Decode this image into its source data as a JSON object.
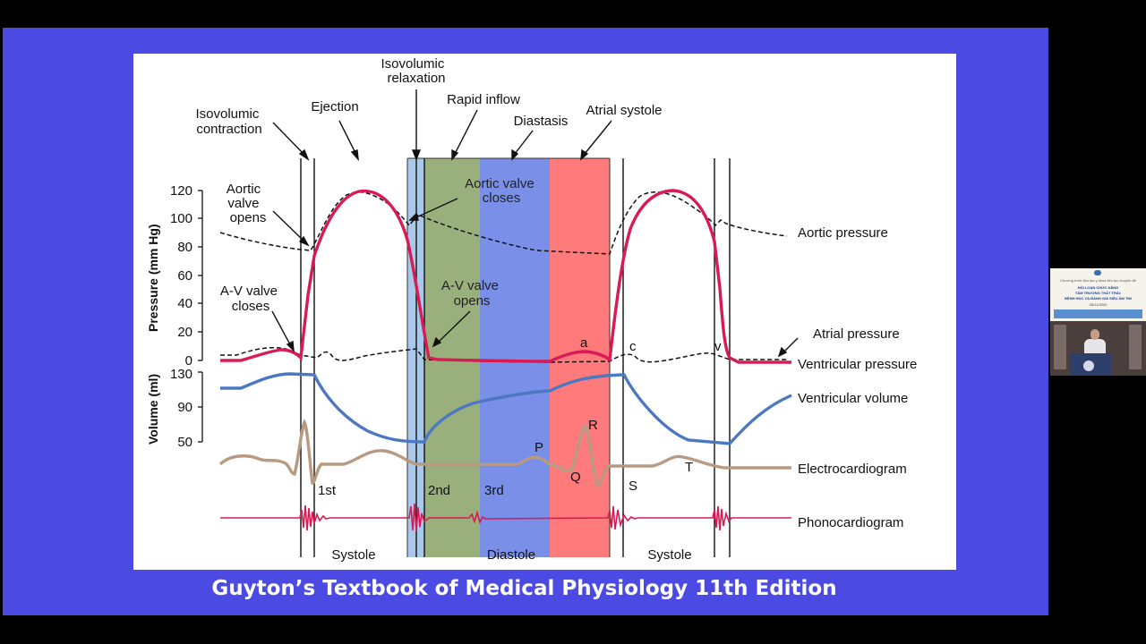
{
  "caption": "Guyton’s Textbook of Medical Physiology 11th Edition",
  "diagram": {
    "phases": {
      "isovolumic_contraction": [
        "Isovolumic",
        "contraction"
      ],
      "ejection": "Ejection",
      "isovolumic_relaxation": [
        "Isovolumic",
        "relaxation"
      ],
      "rapid_inflow": "Rapid inflow",
      "diastasis": "Diastasis",
      "atrial_systole": "Atrial systole"
    },
    "axes": {
      "pressure_label": "Pressure (mm Hg)",
      "pressure_ticks": [
        "120",
        "100",
        "80",
        "60",
        "40",
        "20",
        "0"
      ],
      "volume_label": "Volume (ml)",
      "volume_ticks": [
        "130",
        "90",
        "50"
      ]
    },
    "events": {
      "aortic_valve_opens": [
        "Aortic",
        "valve",
        "opens"
      ],
      "av_valve_closes": [
        "A-V valve",
        "closes"
      ],
      "aortic_valve_closes": [
        "Aortic valve",
        "closes"
      ],
      "av_valve_opens": [
        "A-V valve",
        "opens"
      ]
    },
    "waves": {
      "a": "a",
      "c": "c",
      "v": "v",
      "P": "P",
      "Q": "Q",
      "R": "R",
      "S": "S",
      "T": "T"
    },
    "heart_sounds": {
      "first": "1st",
      "second": "2nd",
      "third": "3rd"
    },
    "traces": {
      "aortic_pressure": "Aortic pressure",
      "atrial_pressure": "Atrial pressure",
      "ventricular_pressure": "Ventricular pressure",
      "ventricular_volume": "Ventricular volume",
      "electrocardiogram": "Electrocardiogram",
      "phonocardiogram": "Phonocardiogram"
    },
    "cycle": {
      "systole_1": "Systole",
      "diastole": "Diastole",
      "systole_2": "Systole"
    }
  },
  "colors": {
    "slide_bg": "#4b4be3",
    "isovolumic_relaxation_band": "#a9c8ea",
    "rapid_inflow_band": "#9ab07c",
    "diastasis_band": "#7a90e8",
    "atrial_systole_band": "#ff7a7a",
    "ventricular_pressure": "#d81b55",
    "ventricular_volume": "#4c78c2",
    "ecg": "#b89a82",
    "phonocardiogram": "#d81b55"
  },
  "speaker_panel": {
    "banner_lines": [
      "Chương trình đào tạo y khoa liên tục chuyên đề",
      "HỘI LOẠN CHỨC NĂNG",
      "TÂM TRƯƠNG THẤT TRÁI:",
      "BỆNH HỌC VÀ ĐÁNH GIÁ SIÊU ÂM TIM",
      "05/11/2020"
    ]
  }
}
